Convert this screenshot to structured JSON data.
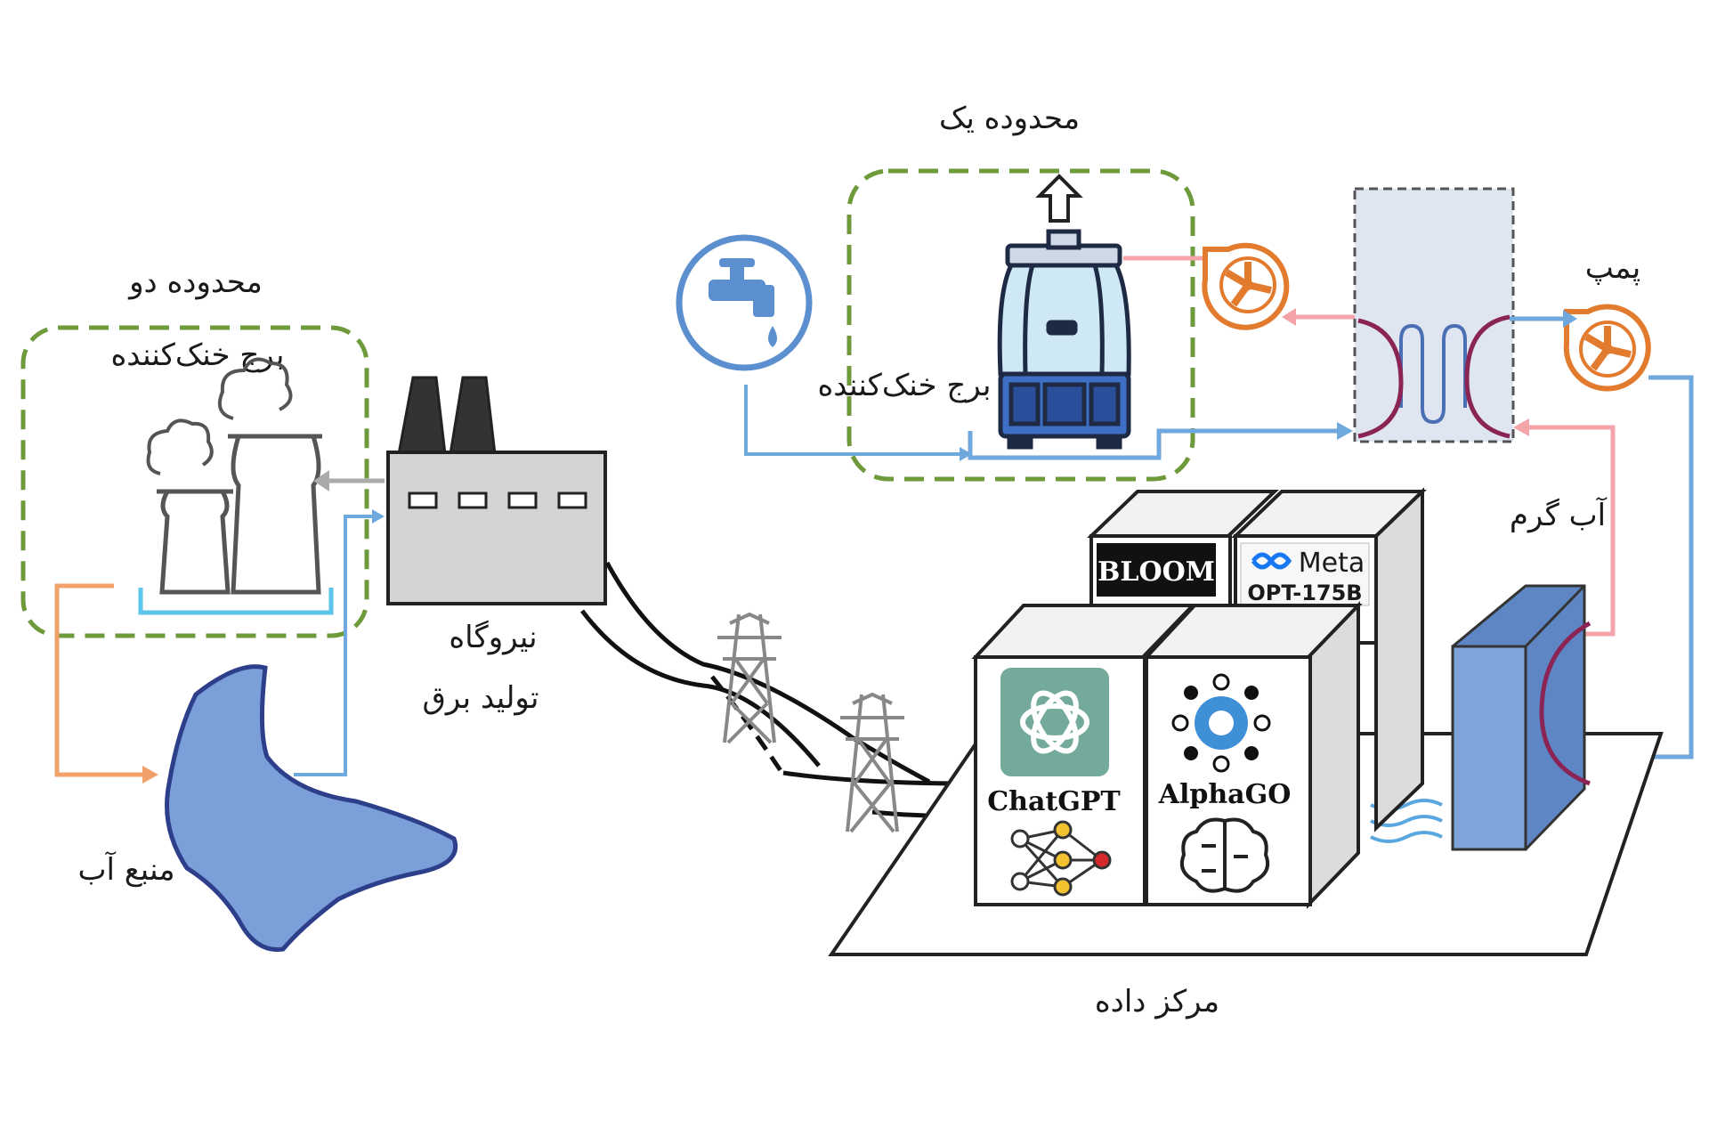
{
  "labels": {
    "zone_one": "محدوده یک",
    "zone_two": "محدوده دو",
    "cooling_tower_left": "برج خنک‌کننده",
    "cooling_tower_right": "برج خنک‌کننده",
    "power_plant_line1": "نیروگاه",
    "power_plant_line2": "تولید برق",
    "water_source": "منبع آب",
    "pump": "پمپ",
    "hot_water": "آب گرم",
    "data_center": "مرکز داده"
  },
  "servers": {
    "bloom": "BLOOM",
    "meta": "Meta",
    "opt": "OPT-175B",
    "chatgpt": "ChatGPT",
    "alphago": "AlphaGO"
  },
  "colors": {
    "zone_border": "#6e9a3c",
    "cold_water": "#6fa8dc",
    "hot_water": "#f4a3a8",
    "river_water": "#f0a06b",
    "lake": "#7b9fd8",
    "pump": "#e27b2e",
    "heat_exchanger": "#dfe6f2"
  },
  "icons": [
    "water-tap-icon",
    "fan-pump-icon",
    "transmission-tower-icon",
    "openai-logo-icon",
    "neural-network-icon",
    "brain-chip-icon",
    "arrow-up-icon"
  ]
}
